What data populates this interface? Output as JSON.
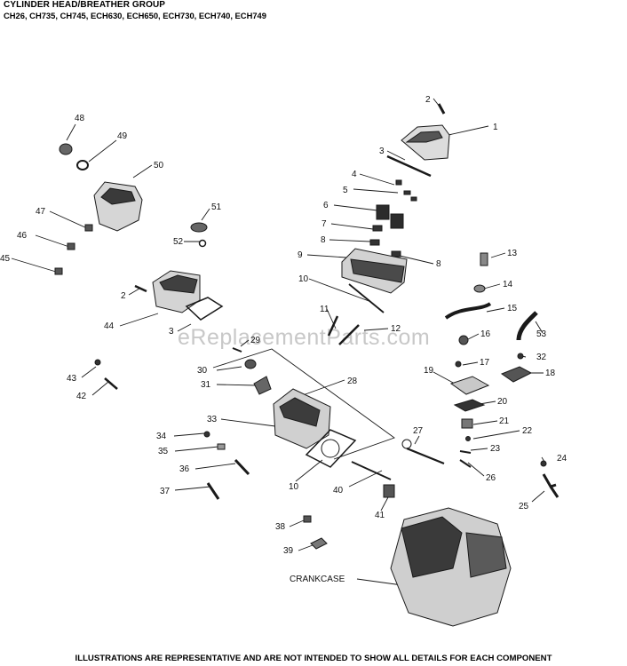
{
  "header": {
    "title": "CYLINDER HEAD/BREATHER GROUP",
    "models": "CH26, CH735, CH745, ECH630,  ECH650,  ECH730, ECH740, ECH749"
  },
  "footer": {
    "note": "ILLUSTRATIONS ARE REPRESENTATIVE AND ARE NOT INTENDED TO SHOW ALL DETAILS FOR EACH COMPONENT"
  },
  "watermark": "eReplacementParts.com",
  "colors": {
    "line": "#1a1a1a",
    "part_fill": "#dcdcdc",
    "part_dark": "#3a3a3a",
    "watermark": "#c8c8c8"
  },
  "callouts": [
    {
      "id": "c1",
      "label": "1"
    },
    {
      "id": "c2a",
      "label": "2"
    },
    {
      "id": "c2b",
      "label": "2"
    },
    {
      "id": "c3a",
      "label": "3"
    },
    {
      "id": "c3b",
      "label": "3"
    },
    {
      "id": "c4",
      "label": "4"
    },
    {
      "id": "c5",
      "label": "5"
    },
    {
      "id": "c6",
      "label": "6"
    },
    {
      "id": "c7",
      "label": "7"
    },
    {
      "id": "c8a",
      "label": "8"
    },
    {
      "id": "c8b",
      "label": "8"
    },
    {
      "id": "c9",
      "label": "9"
    },
    {
      "id": "c10a",
      "label": "10"
    },
    {
      "id": "c10b",
      "label": "10"
    },
    {
      "id": "c11",
      "label": "11"
    },
    {
      "id": "c12",
      "label": "12"
    },
    {
      "id": "c13",
      "label": "13"
    },
    {
      "id": "c14",
      "label": "14"
    },
    {
      "id": "c15",
      "label": "15"
    },
    {
      "id": "c16",
      "label": "16"
    },
    {
      "id": "c17",
      "label": "17"
    },
    {
      "id": "c18",
      "label": "18"
    },
    {
      "id": "c19",
      "label": "19"
    },
    {
      "id": "c20",
      "label": "20"
    },
    {
      "id": "c21",
      "label": "21"
    },
    {
      "id": "c22",
      "label": "22"
    },
    {
      "id": "c23",
      "label": "23"
    },
    {
      "id": "c24",
      "label": "24"
    },
    {
      "id": "c25",
      "label": "25"
    },
    {
      "id": "c26",
      "label": "26"
    },
    {
      "id": "c27",
      "label": "27"
    },
    {
      "id": "c28",
      "label": "28"
    },
    {
      "id": "c29",
      "label": "29"
    },
    {
      "id": "c30",
      "label": "30"
    },
    {
      "id": "c31",
      "label": "31"
    },
    {
      "id": "c32",
      "label": "32"
    },
    {
      "id": "c33",
      "label": "33"
    },
    {
      "id": "c34",
      "label": "34"
    },
    {
      "id": "c35",
      "label": "35"
    },
    {
      "id": "c36",
      "label": "36"
    },
    {
      "id": "c37",
      "label": "37"
    },
    {
      "id": "c38",
      "label": "38"
    },
    {
      "id": "c39",
      "label": "39"
    },
    {
      "id": "c40",
      "label": "40"
    },
    {
      "id": "c41",
      "label": "41"
    },
    {
      "id": "c42",
      "label": "42"
    },
    {
      "id": "c43",
      "label": "43"
    },
    {
      "id": "c44",
      "label": "44"
    },
    {
      "id": "c45",
      "label": "45"
    },
    {
      "id": "c46",
      "label": "46"
    },
    {
      "id": "c47",
      "label": "47"
    },
    {
      "id": "c48",
      "label": "48"
    },
    {
      "id": "c49",
      "label": "49"
    },
    {
      "id": "c50",
      "label": "50"
    },
    {
      "id": "c51",
      "label": "51"
    },
    {
      "id": "c52",
      "label": "52"
    },
    {
      "id": "c53",
      "label": "53"
    },
    {
      "id": "crank",
      "label": "CRANKCASE"
    }
  ]
}
